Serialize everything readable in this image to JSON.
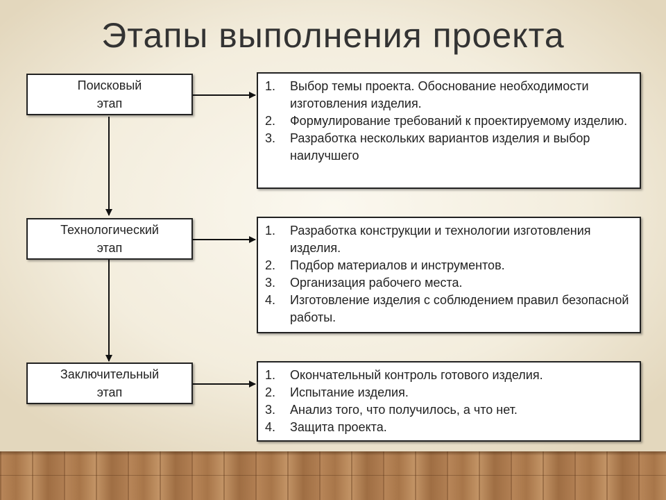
{
  "title": "Этапы выполнения проекта",
  "stages": [
    {
      "label_line1": "Поисковый",
      "label_line2": "этап",
      "steps": [
        {
          "num": "1.",
          "text": "Выбор темы проекта. Обоснование необходимости изготовления изделия."
        },
        {
          "num": "2.",
          "text": "Формулирование требований к проектируемому изделию."
        },
        {
          "num": "3.",
          "text": "Разработка нескольких вариантов изделия и выбор наилучшего"
        }
      ]
    },
    {
      "label_line1": "Технологический",
      "label_line2": "этап",
      "steps": [
        {
          "num": "1.",
          "text": "Разработка конструкции и технологии изготовления изделия."
        },
        {
          "num": "2.",
          "text": "Подбор материалов и инструментов."
        },
        {
          "num": "3.",
          "text": "Организация рабочего места."
        },
        {
          "num": "4.",
          "text": "Изготовление изделия с соблюдением правил безопасной работы."
        }
      ]
    },
    {
      "label_line1": "Заключительный",
      "label_line2": "этап",
      "steps": [
        {
          "num": "1.",
          "text": "Окончательный контроль готового изделия."
        },
        {
          "num": "2.",
          "text": "Испытание изделия."
        },
        {
          "num": "3.",
          "text": "Анализ того, что получилось, а что нет."
        },
        {
          "num": "4.",
          "text": "Защита проекта."
        }
      ]
    }
  ]
}
